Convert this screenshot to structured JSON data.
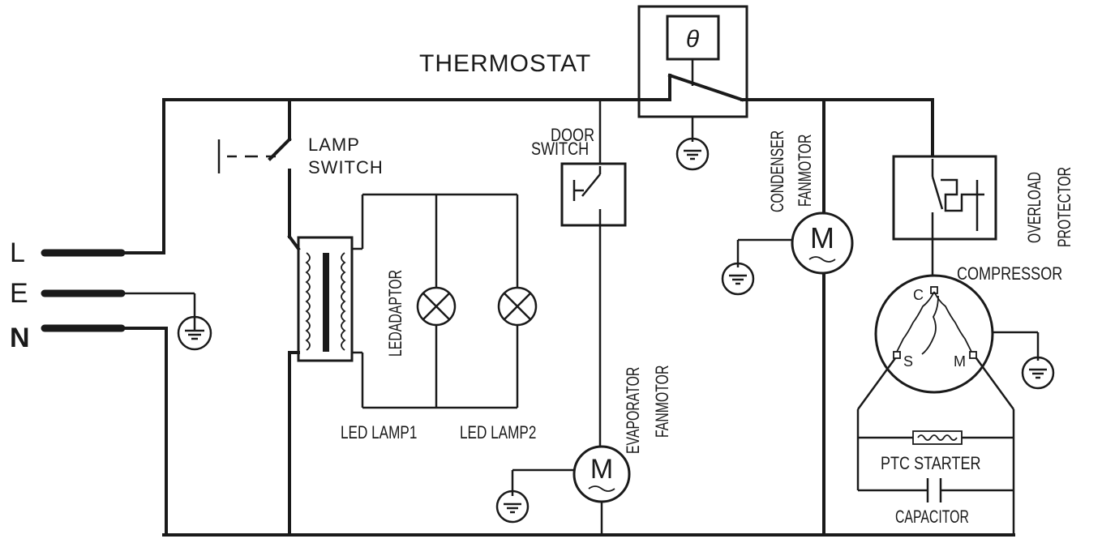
{
  "labels": {
    "thermostat": "THERMOSTAT",
    "thermostat_symbol": "θ",
    "lamp_switch_line1": "LAMP",
    "lamp_switch_line2": "SWITCH",
    "door_switch_line1": "DOOR",
    "door_switch_line2": "SWITCH",
    "led_adaptor": "LEDADAPTOR",
    "led_lamp1": "LED LAMP1",
    "led_lamp2": "LED LAMP2",
    "evaporator_line1": "EVAPORATOR",
    "evaporator_line2": "FANMOTOR",
    "condenser_line1": "CONDENSER",
    "condenser_line2": "FANMOTOR",
    "overload_line1": "OVERLOAD",
    "overload_line2": "PROTECTOR",
    "compressor": "COMPRESSOR",
    "terminal_c": "C",
    "terminal_s": "S",
    "terminal_m": "M",
    "ptc_starter": "PTC STARTER",
    "capacitor": "CAPACITOR",
    "motor_symbol": "M",
    "wire_l": "L",
    "wire_e": "E",
    "wire_n": "N"
  },
  "colors": {
    "ink": "#1a1a1a",
    "background": "#ffffff"
  }
}
